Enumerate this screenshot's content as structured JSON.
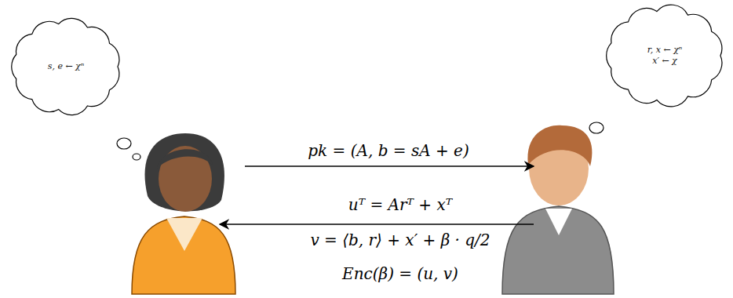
{
  "diagram": {
    "nodes": [
      {
        "text": [
          "s, e ← χⁿ"
        ]
      },
      {
        "text": [
          "r, x ← χⁿ",
          "x′ ← χ"
        ]
      }
    ],
    "labels": [
      "pk = (A, b = sA + e)",
      "uᵀ = Arᵀ + xᵀ",
      "v = ⟨b, r⟩ + x′ + β · q/2",
      "Enc(β) = (u, v)"
    ]
  }
}
